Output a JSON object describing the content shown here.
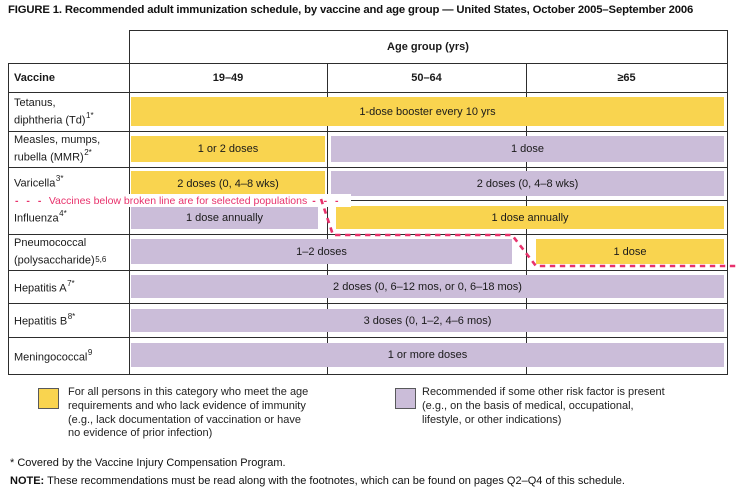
{
  "title": "FIGURE 1. Recommended adult immunization schedule, by vaccine and age group — United States, October 2005–September 2006",
  "table": {
    "age_group_header": "Age group (yrs)",
    "vaccine_header": "Vaccine",
    "age_columns": [
      "19–49",
      "50–64",
      "≥65"
    ],
    "annotation": {
      "dashes": "- - -",
      "text": "Vaccines below broken line are for selected populations"
    },
    "rows": [
      {
        "label_lines": [
          "Tetanus,",
          "diphtheria (Td)"
        ],
        "sup": "1*",
        "bars": [
          {
            "category": "for_all",
            "columns": "19–49, 50–64, ≥65",
            "text": "1-dose booster every 10 yrs"
          }
        ]
      },
      {
        "label_lines": [
          "Measles, mumps,",
          "rubella (MMR)"
        ],
        "sup": "2*",
        "bars": [
          {
            "category": "for_all",
            "columns": "19–49",
            "text": "1 or 2 doses"
          },
          {
            "category": "risk_factor",
            "columns": "50–64, ≥65",
            "text": "1 dose"
          }
        ]
      },
      {
        "label_lines": [
          "Varicella"
        ],
        "sup": "3*",
        "bars": [
          {
            "category": "for_all",
            "columns": "19–49",
            "text": "2 doses (0, 4–8 wks)"
          },
          {
            "category": "risk_factor",
            "columns": "50–64, ≥65",
            "text": "2 doses (0, 4–8 wks)"
          }
        ]
      },
      {
        "label_lines": [
          "Influenza"
        ],
        "sup": "4*",
        "bars": [
          {
            "category": "risk_factor",
            "columns": "19–49",
            "text": "1 dose annually"
          },
          {
            "category": "for_all",
            "columns": "50–64, ≥65",
            "text": "1 dose annually"
          }
        ]
      },
      {
        "label_lines": [
          "Pneumococcal",
          "(polysaccharide)"
        ],
        "sup": "5,6",
        "bars": [
          {
            "category": "risk_factor",
            "columns": "19–49, 50–64",
            "text": "1–2 doses"
          },
          {
            "category": "for_all",
            "columns": "≥65",
            "text": "1 dose"
          }
        ]
      },
      {
        "label_lines": [
          "Hepatitis A"
        ],
        "sup": "7*",
        "bars": [
          {
            "category": "risk_factor",
            "columns": "19–49, 50–64, ≥65",
            "text": "2 doses (0, 6–12 mos, or 0, 6–18 mos)"
          }
        ]
      },
      {
        "label_lines": [
          "Hepatitis B"
        ],
        "sup": "8*",
        "bars": [
          {
            "category": "risk_factor",
            "columns": "19–49, 50–64, ≥65",
            "text": "3 doses (0, 1–2, 4–6 mos)"
          }
        ]
      },
      {
        "label_lines": [
          "Meningococcal"
        ],
        "sup": "9",
        "bars": [
          {
            "category": "risk_factor",
            "columns": "19–49, 50–64, ≥65",
            "text": "1 or more doses"
          }
        ]
      }
    ]
  },
  "legend": [
    {
      "category": "for_all",
      "lines": [
        "For all persons in this category who meet the age",
        "requirements and who lack evidence of immunity",
        "(e.g., lack documentation of vaccination or have",
        "no evidence of prior infection)"
      ]
    },
    {
      "category": "risk_factor",
      "lines": [
        "Recommended if some other risk factor is present",
        "(e.g., on the basis of medical, occupational,",
        "lifestyle, or other indications)"
      ]
    }
  ],
  "footnotes": {
    "asterisk": "* Covered by the Vaccine Injury Compensation Program.",
    "note_label": "NOTE:",
    "note_text": " These recommendations must be read along with the footnotes, which can be found on pages Q2–Q4 of this schedule."
  },
  "colors": {
    "for_all": "#F9D44F",
    "risk_factor": "#CBBDD9",
    "broken_line": "#E8326C"
  }
}
